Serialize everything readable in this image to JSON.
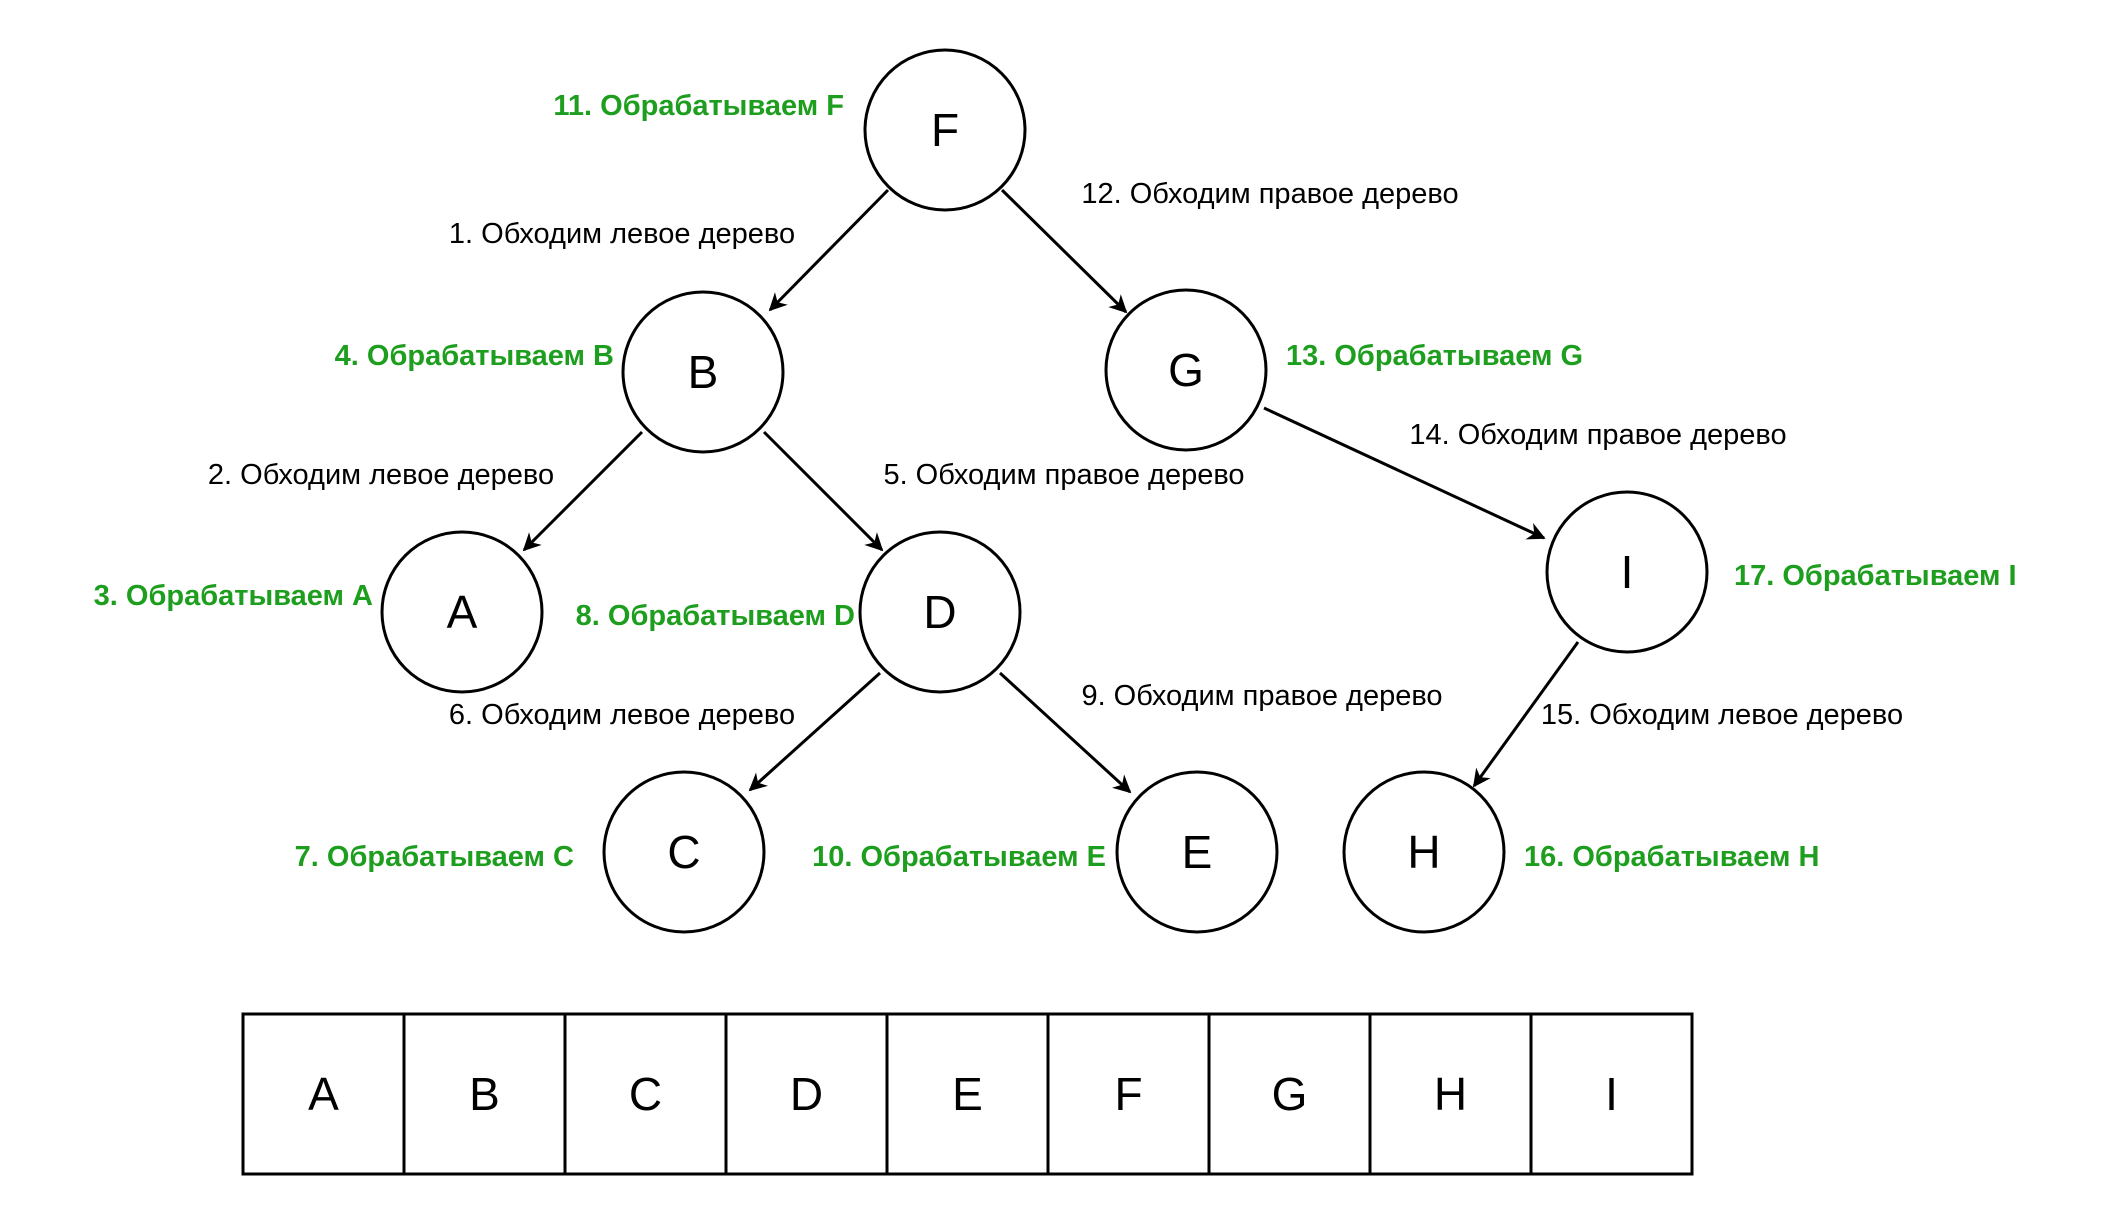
{
  "colors": {
    "process_label": "#1e9e1e",
    "line": "#000000",
    "background": "#ffffff"
  },
  "nodes": {
    "F": "F",
    "B": "B",
    "G": "G",
    "A": "A",
    "D": "D",
    "I": "I",
    "C": "C",
    "E": "E",
    "H": "H"
  },
  "edges": {
    "F_B": "1. Обходим левое дерево",
    "B_A": "2. Обходим левое дерево",
    "B_D": "5. Обходим правое дерево",
    "D_C": "6. Обходим левое дерево",
    "D_E": "9. Обходим правое дерево",
    "F_G": "12. Обходим правое дерево",
    "G_I": "14. Обходим правое дерево",
    "I_H": "15. Обходим левое дерево"
  },
  "process": {
    "A": "3. Обрабатываем A",
    "B": "4. Обрабатываем B",
    "C": "7. Обрабатываем C",
    "D": "8. Обрабатываем D",
    "E": "10. Обрабатываем E",
    "F": "11. Обрабатываем F",
    "G": "13. Обрабатываем G",
    "H": "16. Обрабатываем H",
    "I": "17. Обрабатываем I"
  },
  "result": [
    "A",
    "B",
    "C",
    "D",
    "E",
    "F",
    "G",
    "H",
    "I"
  ]
}
